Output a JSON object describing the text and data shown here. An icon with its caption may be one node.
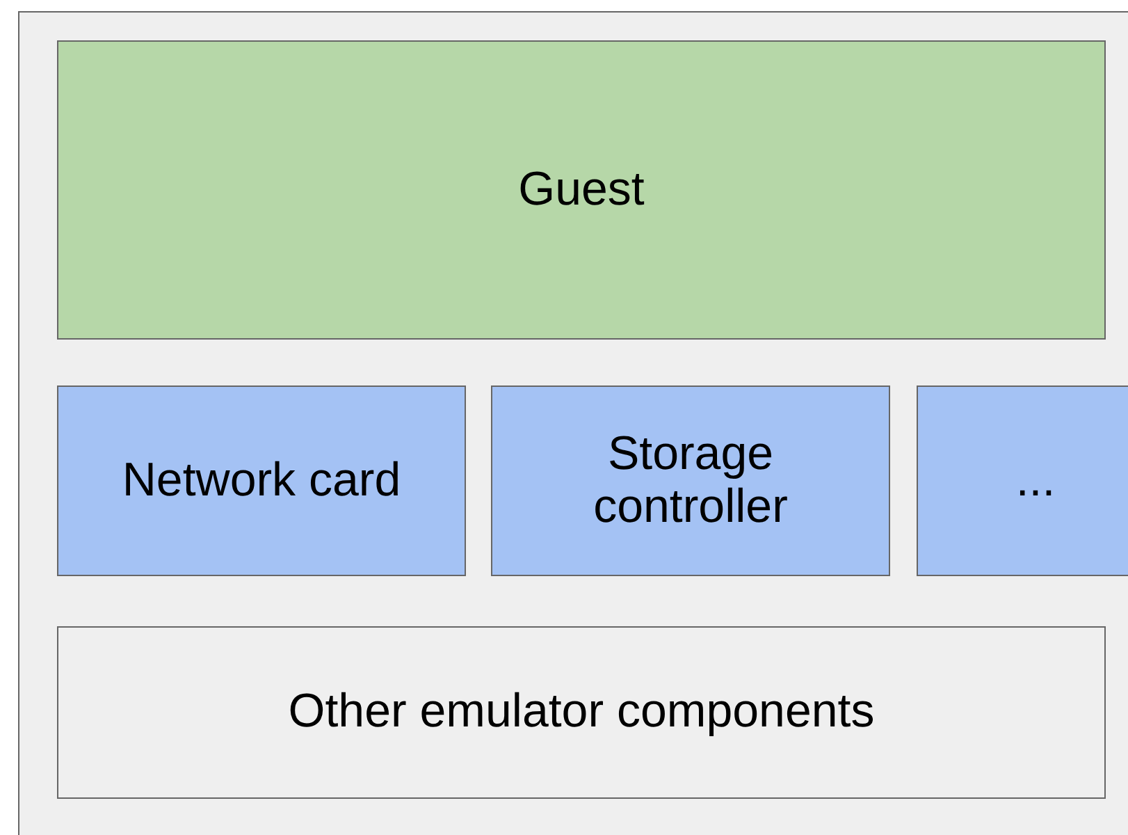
{
  "diagram": {
    "nodes": [
      {
        "text": [],
        "shape": "box"
      },
      {
        "text": [
          "Guest"
        ],
        "in": 0
      },
      {
        "text": [
          "Network card"
        ],
        "in": 0
      },
      {
        "text": [
          "Storage controller"
        ],
        "in": 0
      },
      {
        "text": [
          "..."
        ],
        "in": 0
      },
      {
        "text": [
          "Other emulator components"
        ],
        "in": 0
      }
    ]
  }
}
